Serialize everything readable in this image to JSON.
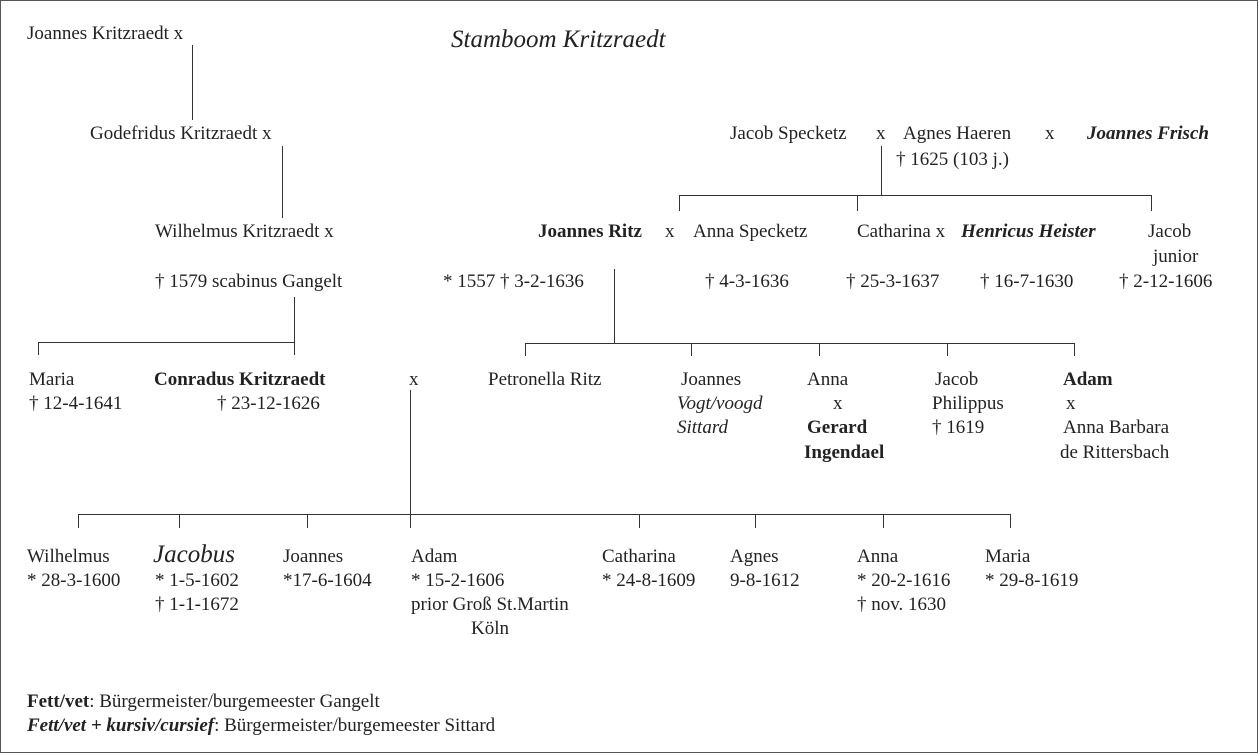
{
  "title": "Stamboom Kritzraedt",
  "gen1": {
    "joannes": "Joannes Kritzraedt x",
    "godefridus": "Godefridus Kritzraedt x",
    "wilhelmus": "Wilhelmus Kritzraedt x",
    "wilhelmus_death": "† 1579 scabinus Gangelt"
  },
  "specketz": {
    "jacob": "Jacob Specketz",
    "x1": "x",
    "agnes": "Agnes Haeren",
    "x2": "x",
    "frisch": "Joannes Frisch",
    "agnes_death": "† 1625 (103 j.)"
  },
  "row2": {
    "ritz": "Joannes Ritz",
    "x_ritz": "x",
    "anna": "Anna Specketz",
    "catharina": "Catharina x",
    "heister": "Henricus Heister",
    "jacob_junior_1": "Jacob",
    "jacob_junior_2": "junior",
    "ritz_dates": "* 1557  † 3-2-1636",
    "anna_death": "† 4-3-1636",
    "catharina_death": "† 25-3-1637",
    "heister_death": "† 16-7-1630",
    "jacob_death": "† 2-12-1606"
  },
  "row3": {
    "maria": "Maria",
    "maria_death": "† 12-4-1641",
    "conradus": "Conradus Kritzraedt",
    "conradus_death": "† 23-12-1626",
    "x_conradus": "x",
    "petronella": "Petronella Ritz",
    "joannes_1": "Joannes",
    "joannes_2": "Vogt/voogd",
    "joannes_3": "Sittard",
    "anna_1": "Anna",
    "anna_x": "x",
    "gerard_1": "Gerard",
    "gerard_2": "Ingendael",
    "jacob_1": "Jacob",
    "jacob_2": "Philippus",
    "jacob_3": "† 1619",
    "adam": "Adam",
    "adam_x": "x",
    "annab_1": "Anna Barbara",
    "annab_2": "de Rittersbach"
  },
  "row4": {
    "wilhelmus_1": "Wilhelmus",
    "wilhelmus_2": "* 28-3-1600",
    "jacobus_1": "Jacobus",
    "jacobus_2": "* 1-5-1602",
    "jacobus_3": "† 1-1-1672",
    "joannes_1": "Joannes",
    "joannes_2": "*17-6-1604",
    "adam_1": "Adam",
    "adam_2": "* 15-2-1606",
    "adam_3": "prior Groß St.Martin",
    "adam_4": "Köln",
    "catharina_1": "Catharina",
    "catharina_2": "* 24-8-1609",
    "agnes_1": "Agnes",
    "agnes_2": "9-8-1612",
    "anna_1": "Anna",
    "anna_2": "* 20-2-1616",
    "anna_3": "† nov. 1630",
    "maria_1": "Maria",
    "maria_2": "* 29-8-1619"
  },
  "legend": {
    "l1_key": "Fett/vet",
    "l1_rest": ": Bürgermeister/burgemeester Gangelt",
    "l2_key": "Fett/vet + kursiv/cursief",
    "l2_rest": ": Bürgermeister/burgemeester Sittard"
  }
}
